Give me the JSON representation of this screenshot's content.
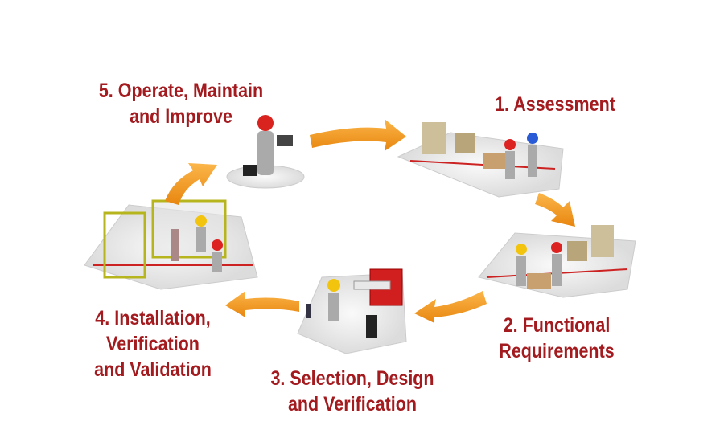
{
  "title": "Lifecycle stages",
  "colors": {
    "label": "#a31b1f",
    "arrow": "#f39a1e",
    "platform": "#eeeeee"
  },
  "stages": [
    {
      "lines": [
        "1. Assessment"
      ]
    },
    {
      "lines": [
        "2. Functional",
        "Requirements"
      ]
    },
    {
      "lines": [
        "3. Selection, Design",
        "and Verification"
      ]
    },
    {
      "lines": [
        "4. Installation,",
        "Verification",
        "and Validation"
      ]
    },
    {
      "lines": [
        "5. Operate, Maintain",
        "and Improve"
      ]
    }
  ]
}
